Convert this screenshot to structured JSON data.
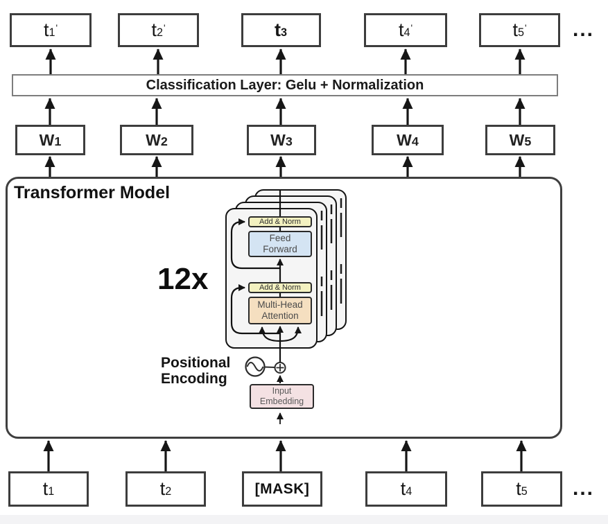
{
  "top_row": {
    "tokens": [
      {
        "base": "t",
        "sub": "1",
        "prime": "'"
      },
      {
        "base": "t",
        "sub": "2",
        "prime": "'"
      },
      {
        "base": "t",
        "sub": "3",
        "prime": ""
      },
      {
        "base": "t",
        "sub": "4",
        "prime": "'"
      },
      {
        "base": "t",
        "sub": "5",
        "prime": "'"
      }
    ],
    "ellipsis": "..."
  },
  "classification_layer": {
    "label": "Classification Layer: Gelu + Normalization"
  },
  "weight_row": {
    "tokens": [
      {
        "base": "W",
        "sub": "1"
      },
      {
        "base": "W",
        "sub": "2"
      },
      {
        "base": "W",
        "sub": "3"
      },
      {
        "base": "W",
        "sub": "4"
      },
      {
        "base": "W",
        "sub": "5"
      }
    ]
  },
  "transformer_model": {
    "title": "Transformer Model",
    "repeat_label": "12x",
    "encoder_block": {
      "add_norm_top": "Add & Norm",
      "feed_forward_line1": "Feed",
      "feed_forward_line2": "Forward",
      "add_norm_bottom": "Add & Norm",
      "multi_head_line1": "Multi-Head",
      "multi_head_line2": "Attention"
    },
    "positional_encoding_line1": "Positional",
    "positional_encoding_line2": "Encoding",
    "input_embedding_line1": "Input",
    "input_embedding_line2": "Embedding"
  },
  "bottom_row": {
    "tokens": [
      {
        "base": "t",
        "sub": "1"
      },
      {
        "base": "t",
        "sub": "2"
      },
      {
        "label": "[MASK]"
      },
      {
        "base": "t",
        "sub": "4"
      },
      {
        "base": "t",
        "sub": "5"
      }
    ],
    "ellipsis": "..."
  },
  "colors": {
    "add_norm_fill": "#f3f1c0",
    "feed_forward_fill": "#d4e4f3",
    "multi_head_attention_fill": "#f5dfc0",
    "input_embedding_fill": "#f4e1e3",
    "card_fill": "#f5f5f5",
    "line_color": "#161616"
  }
}
